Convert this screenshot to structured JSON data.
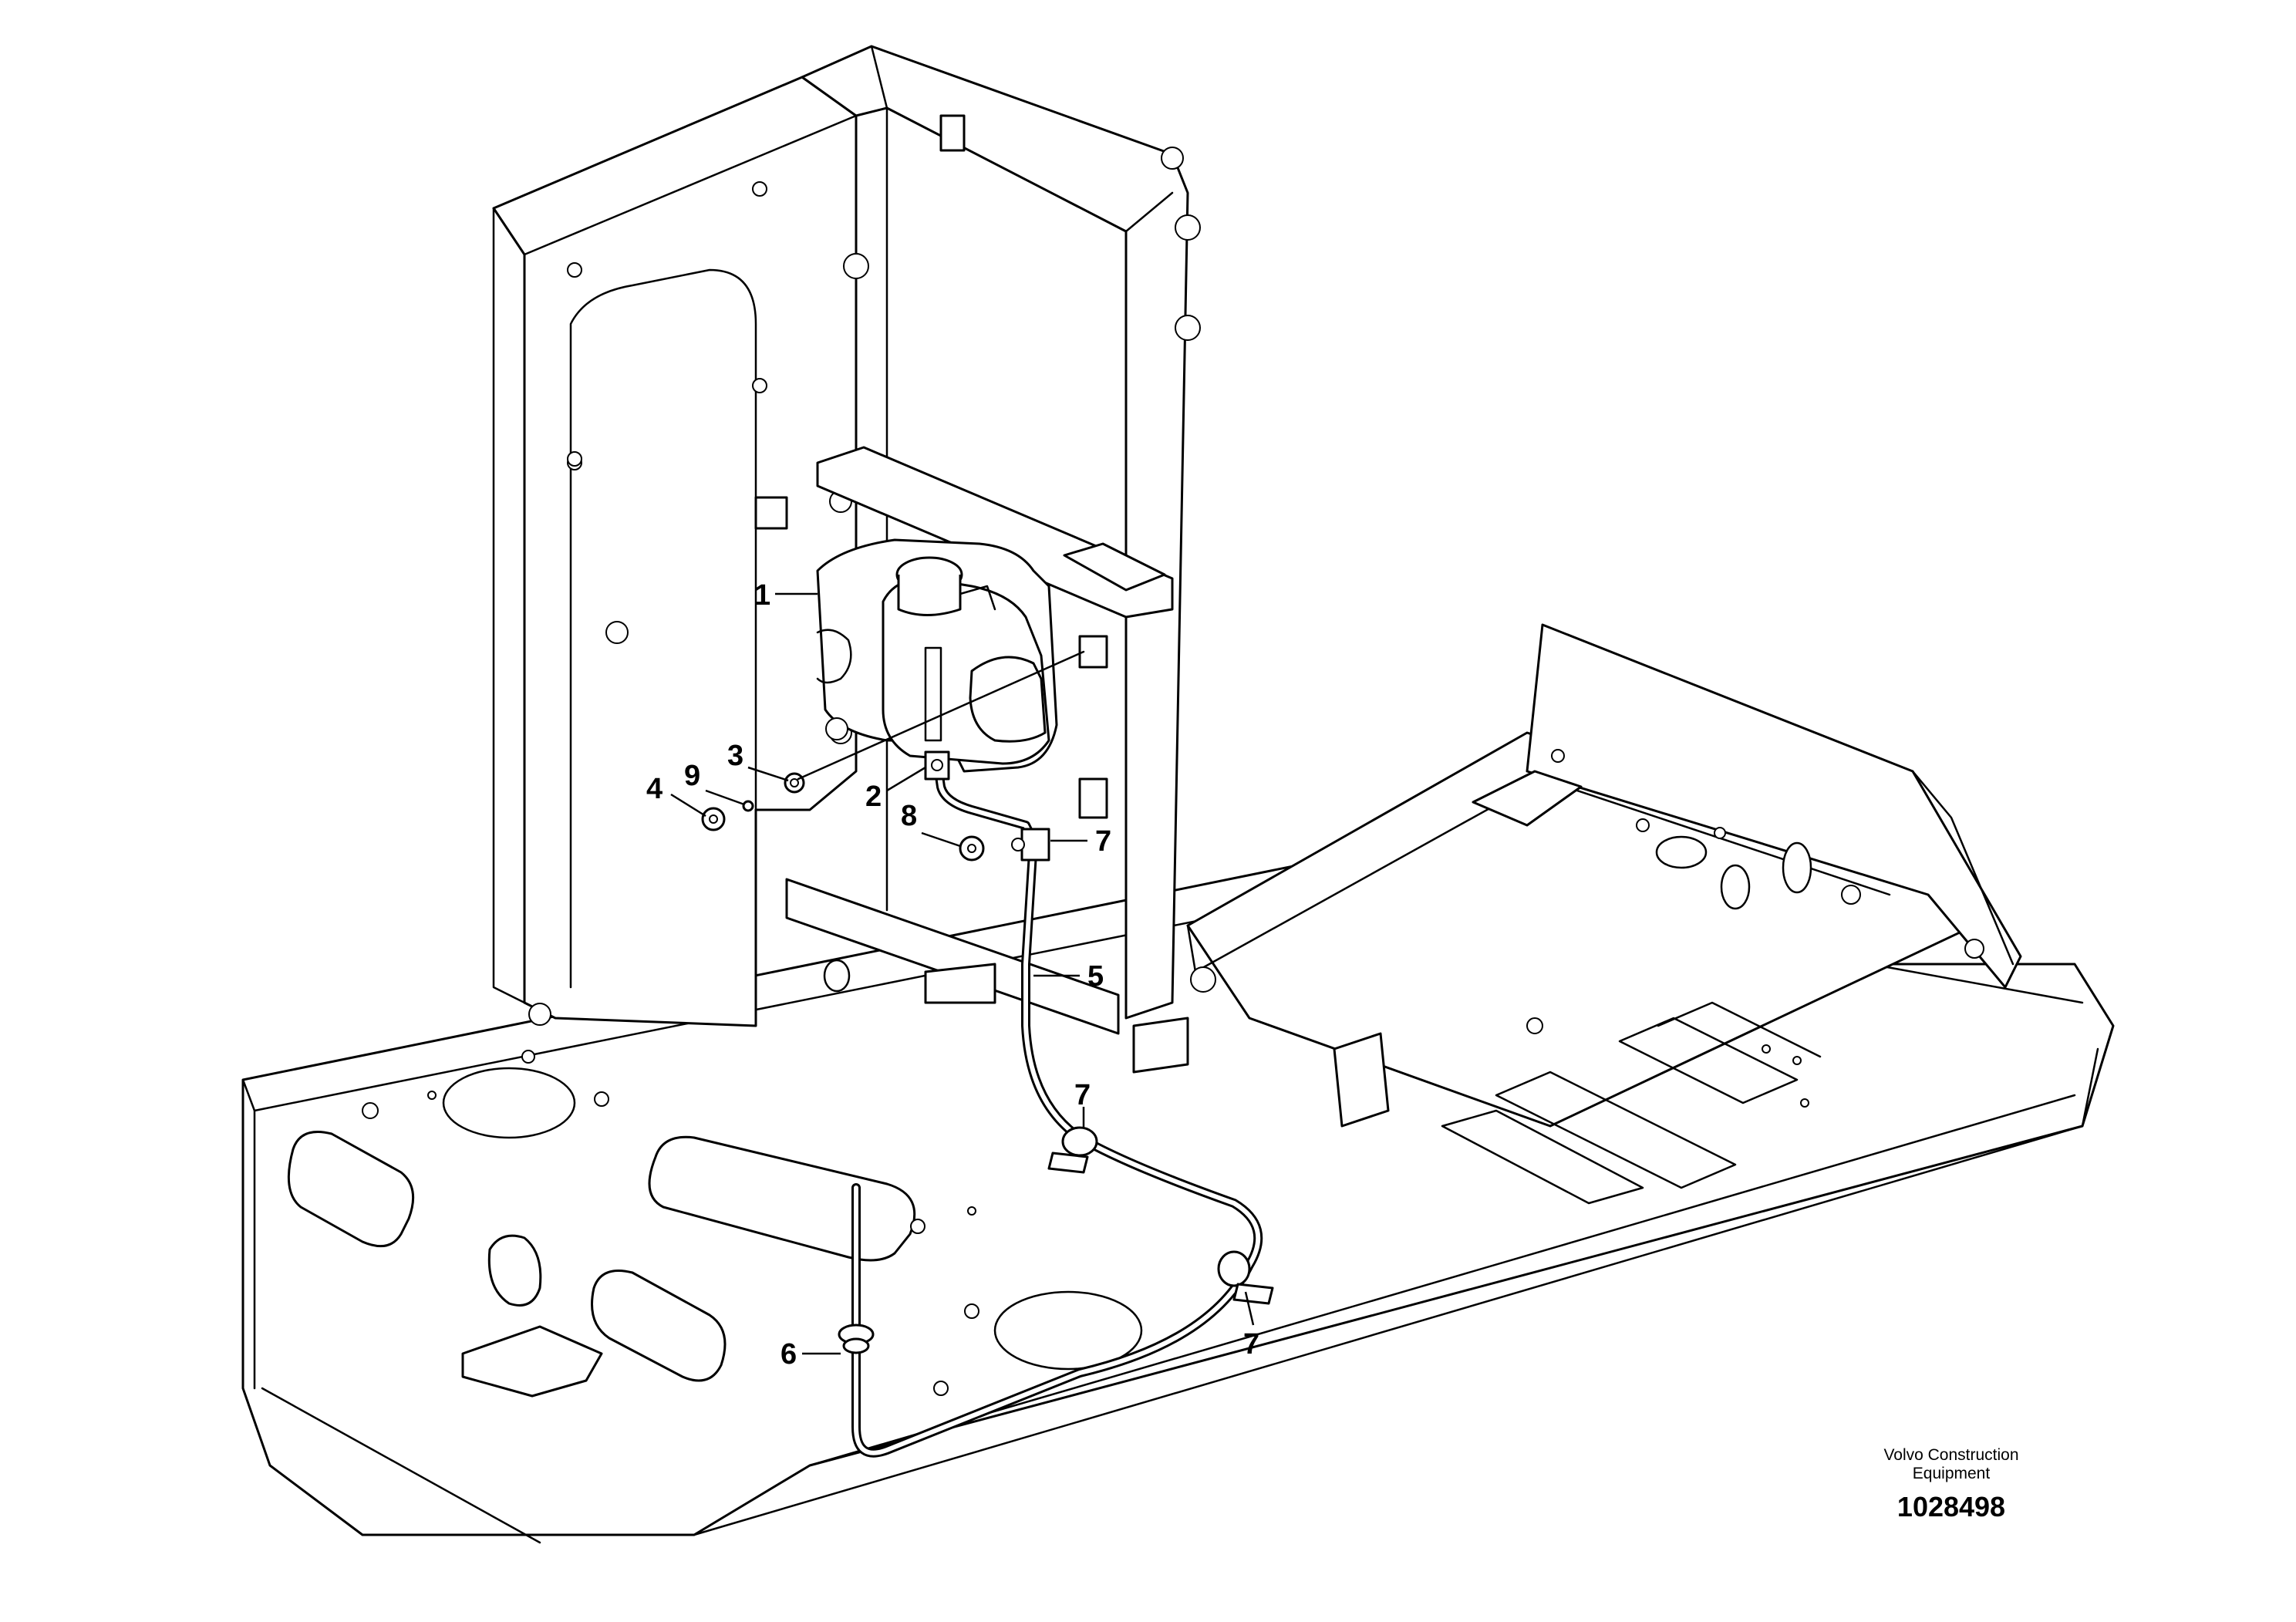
{
  "brand": {
    "line1": "Volvo Construction",
    "line2": "Equipment"
  },
  "drawing_number": "1028498",
  "callouts": [
    {
      "id": "c1",
      "label": "1"
    },
    {
      "id": "c2",
      "label": "2"
    },
    {
      "id": "c3",
      "label": "3"
    },
    {
      "id": "c4",
      "label": "4"
    },
    {
      "id": "c5",
      "label": "5"
    },
    {
      "id": "c6",
      "label": "6"
    },
    {
      "id": "c7a",
      "label": "7"
    },
    {
      "id": "c7b",
      "label": "7"
    },
    {
      "id": "c7c",
      "label": "7"
    },
    {
      "id": "c8",
      "label": "8"
    },
    {
      "id": "c9",
      "label": "9"
    }
  ]
}
